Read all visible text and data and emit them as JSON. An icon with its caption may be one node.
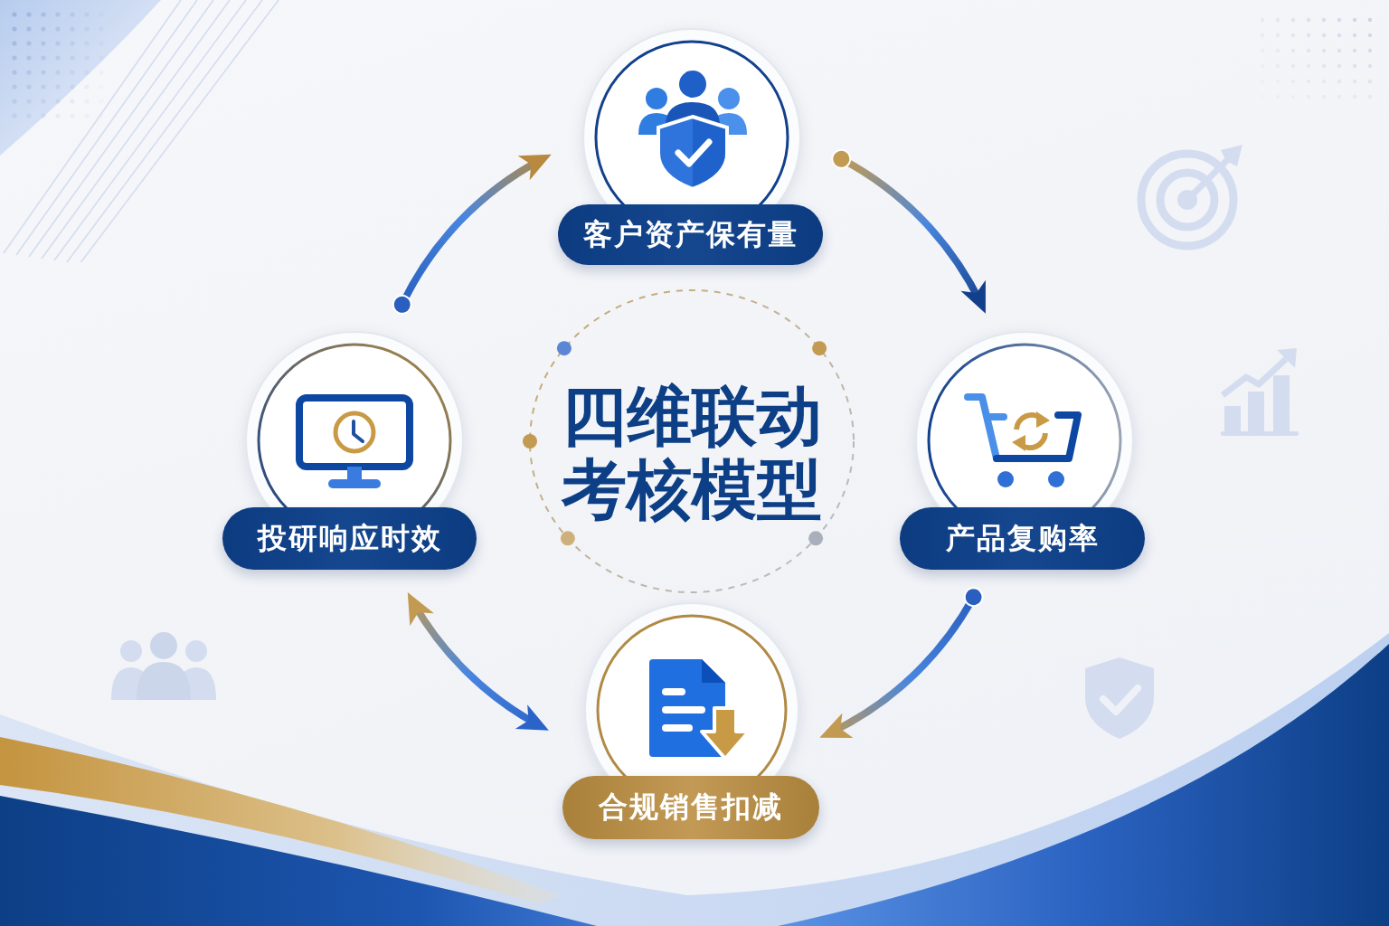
{
  "diagram": {
    "nodes": [
      {
        "text": [
          "四维联动考核模型"
        ]
      },
      {
        "text": [
          "客户资产保有量"
        ]
      },
      {
        "text": [
          "产品复购率"
        ]
      },
      {
        "text": [
          "合规销售扣减"
        ]
      },
      {
        "text": [
          "投研响应时效"
        ]
      }
    ],
    "edges": [
      {
        "from": 4,
        "to": 1,
        "arrow": "to"
      },
      {
        "from": 1,
        "to": 2,
        "arrow": "to"
      },
      {
        "from": 2,
        "to": 3,
        "arrow": "to"
      },
      {
        "from": 3,
        "to": 4,
        "arrow": "both"
      }
    ]
  }
}
